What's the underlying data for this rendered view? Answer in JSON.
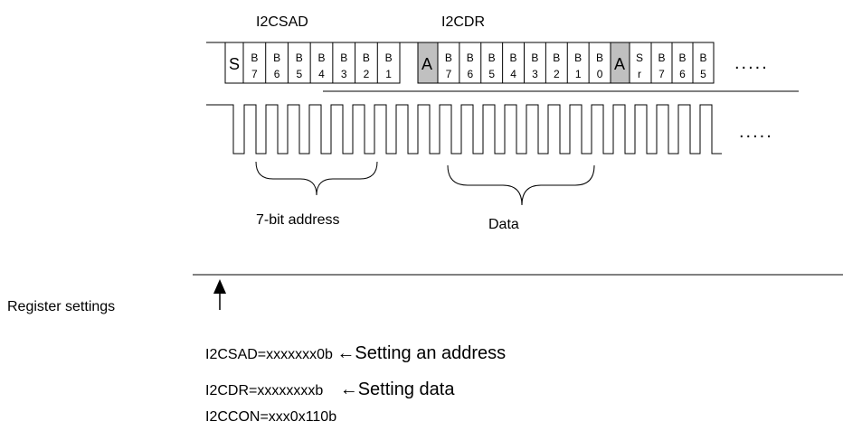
{
  "labels": {
    "i2csad": "I2CSAD",
    "i2cdr": "I2CDR",
    "start": "S",
    "ack1": "A",
    "ack2": "A",
    "restart": [
      "S",
      "r"
    ],
    "ellipsis_top": ".....",
    "ellipsis_clock": ".....",
    "address_caption": "7-bit address",
    "data_caption": "Data"
  },
  "address_bits": [
    [
      "B",
      "7"
    ],
    [
      "B",
      "6"
    ],
    [
      "B",
      "5"
    ],
    [
      "B",
      "4"
    ],
    [
      "B",
      "3"
    ],
    [
      "B",
      "2"
    ],
    [
      "B",
      "1"
    ]
  ],
  "data_bits": [
    [
      "B",
      "7"
    ],
    [
      "B",
      "6"
    ],
    [
      "B",
      "5"
    ],
    [
      "B",
      "4"
    ],
    [
      "B",
      "3"
    ],
    [
      "B",
      "2"
    ],
    [
      "B",
      "1"
    ],
    [
      "B",
      "0"
    ]
  ],
  "next_bits": [
    [
      "B",
      "7"
    ],
    [
      "B",
      "6"
    ],
    [
      "B",
      "5"
    ]
  ],
  "colors": {
    "ack_fill": "#c0c0c0",
    "line": "#000000"
  },
  "register_settings": {
    "title": "Register settings",
    "lines": [
      {
        "code": "I2CSAD=xxxxxxx0b",
        "note": "←Setting an address"
      },
      {
        "code": "I2CDR=xxxxxxxxb",
        "note": "←Setting data"
      },
      {
        "code": "I2CCON=xxx0x110b",
        "note": ""
      }
    ]
  }
}
